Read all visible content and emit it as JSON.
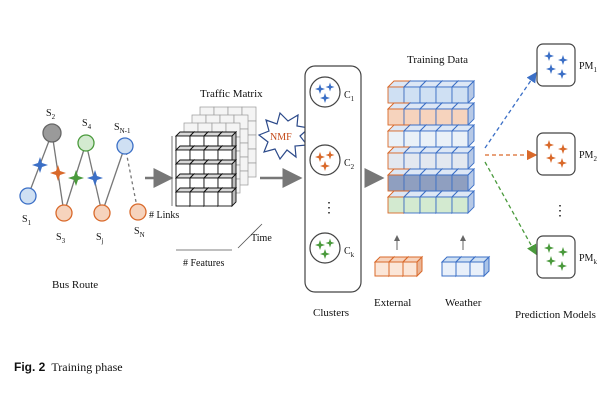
{
  "bus_route": {
    "stops": [
      {
        "name": "S",
        "sub": "1"
      },
      {
        "name": "S",
        "sub": "2"
      },
      {
        "name": "S",
        "sub": "3"
      },
      {
        "name": "S",
        "sub": "4"
      },
      {
        "name": "S",
        "sub": "j"
      },
      {
        "name": "S",
        "sub": "N-1"
      },
      {
        "name": "S",
        "sub": "N"
      }
    ],
    "label": "Bus Route"
  },
  "traffic_matrix": {
    "title": "Traffic Matrix",
    "links_label": "# Links",
    "features_label": "# Features",
    "time_label": "Time"
  },
  "nmf_label": "NMF",
  "clusters": {
    "items": [
      {
        "name": "C",
        "sub": "1"
      },
      {
        "name": "C",
        "sub": "2"
      },
      {
        "name": "C",
        "sub": "k"
      }
    ],
    "label": "Clusters"
  },
  "training_data": {
    "title": "Training Data",
    "external_label": "External",
    "weather_label": "Weather"
  },
  "prediction_models": {
    "items": [
      {
        "name": "PM",
        "sub": "1"
      },
      {
        "name": "PM",
        "sub": "2"
      },
      {
        "name": "PM",
        "sub": "k"
      }
    ],
    "label": "Prediction Models"
  },
  "caption": {
    "fig": "Fig. 2",
    "text": "Training phase"
  },
  "colors": {
    "blue": "#3b6fc6",
    "orange": "#d9692a",
    "green": "#4a9a3c",
    "gray_node": "#8a8a8a",
    "light_blue": "#cfe0f3",
    "light_orange": "#f6d3bd",
    "light_green": "#d3ead0",
    "dark_blue": "#8f9fc0"
  }
}
